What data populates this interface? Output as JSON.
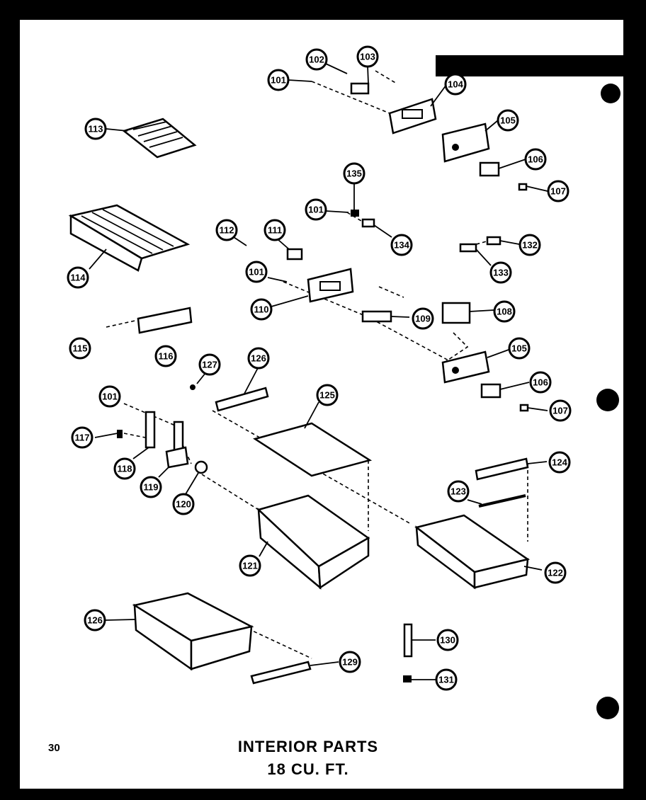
{
  "page_number": "30",
  "title": {
    "line1": "INTERIOR PARTS",
    "line2": "18 CU. FT."
  },
  "callouts": [
    {
      "id": "c102",
      "label": "102"
    },
    {
      "id": "c103",
      "label": "103"
    },
    {
      "id": "c101a",
      "label": "101"
    },
    {
      "id": "c104",
      "label": "104"
    },
    {
      "id": "c105a",
      "label": "105"
    },
    {
      "id": "c106a",
      "label": "106"
    },
    {
      "id": "c107a",
      "label": "107"
    },
    {
      "id": "c113",
      "label": "113"
    },
    {
      "id": "c135",
      "label": "135"
    },
    {
      "id": "c101b",
      "label": "101"
    },
    {
      "id": "c134",
      "label": "134"
    },
    {
      "id": "c112",
      "label": "112"
    },
    {
      "id": "c111",
      "label": "111"
    },
    {
      "id": "c114",
      "label": "114"
    },
    {
      "id": "c132",
      "label": "132"
    },
    {
      "id": "c133",
      "label": "133"
    },
    {
      "id": "c101c",
      "label": "101"
    },
    {
      "id": "c110",
      "label": "110"
    },
    {
      "id": "c109",
      "label": "109"
    },
    {
      "id": "c108",
      "label": "108"
    },
    {
      "id": "c115",
      "label": "115"
    },
    {
      "id": "c116",
      "label": "116"
    },
    {
      "id": "c105b",
      "label": "105"
    },
    {
      "id": "c127",
      "label": "127"
    },
    {
      "id": "c126a",
      "label": "126"
    },
    {
      "id": "c106b",
      "label": "106"
    },
    {
      "id": "c101d",
      "label": "101"
    },
    {
      "id": "c125",
      "label": "125"
    },
    {
      "id": "c107b",
      "label": "107"
    },
    {
      "id": "c117",
      "label": "117"
    },
    {
      "id": "c124",
      "label": "124"
    },
    {
      "id": "c118",
      "label": "118"
    },
    {
      "id": "c119",
      "label": "119"
    },
    {
      "id": "c123",
      "label": "123"
    },
    {
      "id": "c120",
      "label": "120"
    },
    {
      "id": "c121",
      "label": "121"
    },
    {
      "id": "c122",
      "label": "122"
    },
    {
      "id": "c126b",
      "label": "126"
    },
    {
      "id": "c130",
      "label": "130"
    },
    {
      "id": "c129",
      "label": "129"
    },
    {
      "id": "c131",
      "label": "131"
    }
  ]
}
